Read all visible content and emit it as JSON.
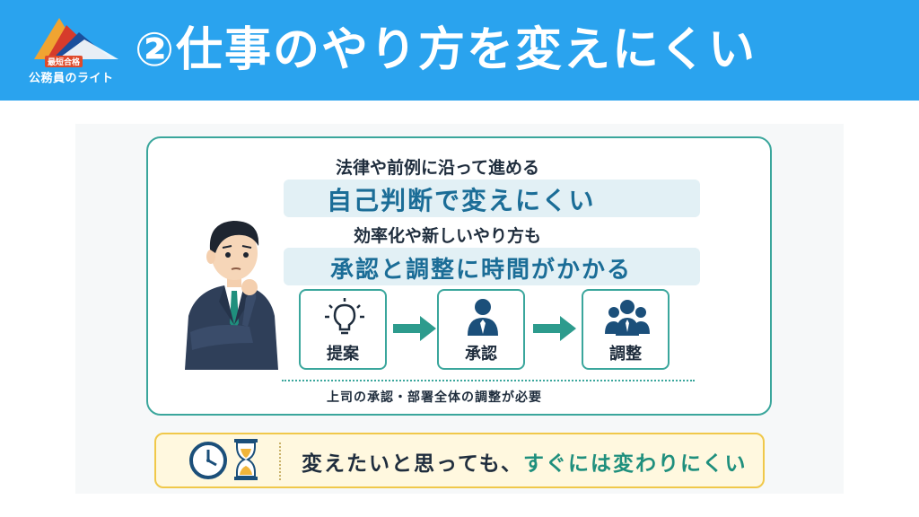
{
  "header": {
    "logo_badge": "最短合格",
    "logo_text": "公務員のライト",
    "title": "②仕事のやり方を変えにくい"
  },
  "card": {
    "line1": "法律や前例に沿って進める",
    "band1": "自己判断で変えにくい",
    "line2": "効率化や新しいやり方も",
    "band2": "承認と調整に時間がかかる",
    "steps": [
      {
        "label": "提案",
        "icon": "lightbulb-icon"
      },
      {
        "label": "承認",
        "icon": "person-icon"
      },
      {
        "label": "調整",
        "icon": "group-icon"
      }
    ],
    "footnote": "上司の承認・部署全体の調整が必要"
  },
  "bottom": {
    "text_main": "変えたいと思っても、",
    "text_highlight": "すぐには変わりにくい"
  },
  "colors": {
    "header_bg": "#2aa3ee",
    "accent_teal": "#3aa69c",
    "band_text": "#1b6d97",
    "highlight": "#1f8f7d",
    "bottom_border": "#f0c84a"
  }
}
